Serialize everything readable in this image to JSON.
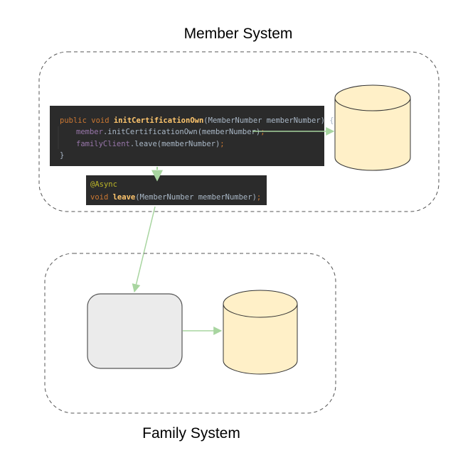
{
  "member_system": {
    "title": "Member System",
    "code_block": {
      "line1": {
        "kw": "public void ",
        "method": "initCertificationOwn",
        "rest": "(MemberNumber memberNumber) {"
      },
      "line2": {
        "field": "member",
        "rest": ".initCertificationOwn(memberNumber)",
        "semi": ";"
      },
      "line3": {
        "field": "familyClient",
        "rest": ".leave(memberNumber)",
        "semi": ";"
      },
      "line4": "}"
    },
    "async_block": {
      "annotation": "@Async",
      "kw": "void ",
      "method": "leave",
      "rest": "(MemberNumber memberNumber)",
      "semi": ";"
    }
  },
  "family_system": {
    "title": "Family System"
  },
  "colors": {
    "code_bg": "#2b2b2b",
    "keyword": "#cc7832",
    "method": "#ffc66d",
    "field": "#9876aa",
    "text": "#a9b7c6",
    "annotation": "#bbb529",
    "arrow": "#a8d5a0",
    "database_fill": "#fff0c8",
    "service_fill": "#ebebeb"
  }
}
